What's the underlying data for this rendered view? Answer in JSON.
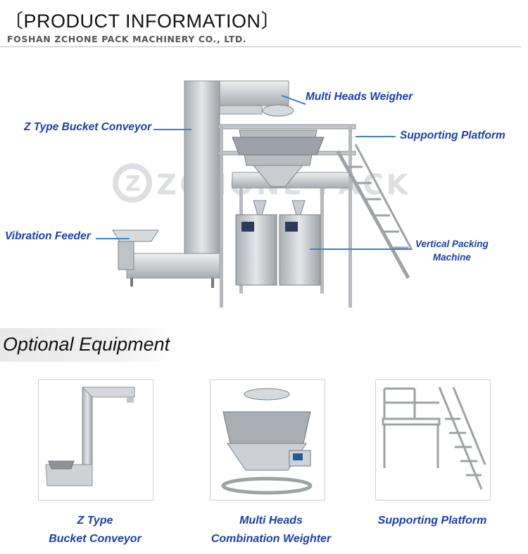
{
  "header": {
    "title": "〔PRODUCT INFORMATION〕",
    "company": "FOSHAN ZCHONE PACK MACHINERY CO., LTD."
  },
  "main_figure": {
    "watermark": "ZCHONE PACK",
    "labels": {
      "weigher": "Multi Heads Weigher",
      "conveyor": "Z Type Bucket Conveyor",
      "platform": "Supporting Platform",
      "feeder": "Vibration  Feeder",
      "packing_line1": "Vertical Packing",
      "packing_line2": "Machine"
    }
  },
  "optional": {
    "heading": "Optional Equipment",
    "items": [
      {
        "line1": "Z Type",
        "line2": "Bucket Conveyor"
      },
      {
        "line1": "Multi Heads",
        "line2": "Combination Weighter"
      },
      {
        "line1": "Supporting Platform",
        "line2": ""
      }
    ]
  },
  "colors": {
    "label_blue": "#1b3fa6",
    "leader_blue": "#3b7fd8",
    "steel": "#c9cdd1"
  }
}
